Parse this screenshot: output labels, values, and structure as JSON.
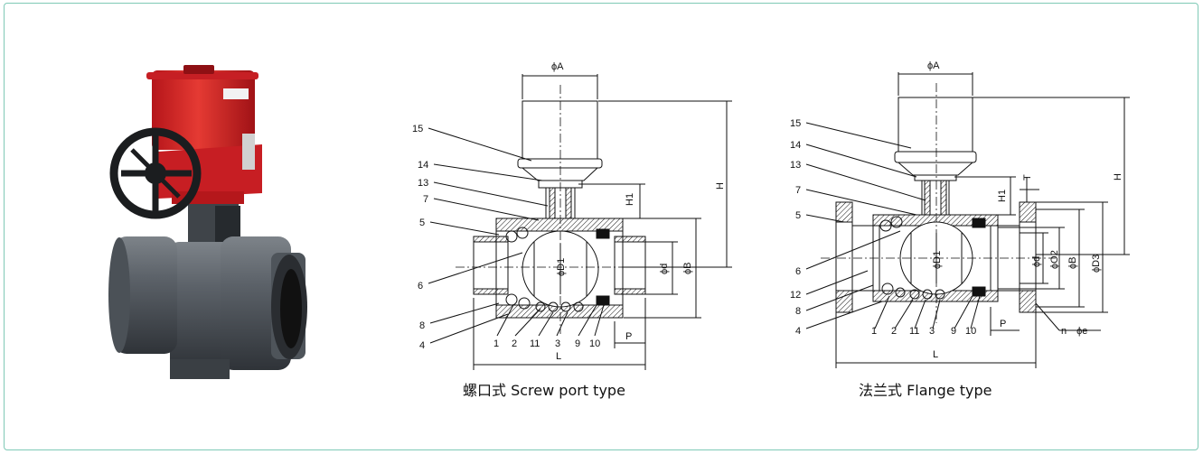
{
  "product_photo": {
    "alt": "Electric actuated PVC true-union ball valve with red actuator and black handwheel"
  },
  "screw_diagram": {
    "caption": "螺口式 Screw port type",
    "dims": {
      "phiA": "ϕA",
      "H": "H",
      "H1": "H1",
      "phiD1": "ϕD1",
      "phid": "ϕd",
      "phiB": "ϕB",
      "P": "P",
      "L": "L"
    },
    "parts": [
      "15",
      "14",
      "13",
      "7",
      "5",
      "6",
      "8",
      "4",
      "1",
      "2",
      "11",
      "3",
      "9",
      "10"
    ]
  },
  "flange_diagram": {
    "caption": "法兰式 Flange type",
    "dims": {
      "phiA": "ϕA",
      "H": "H",
      "H1": "H1",
      "T": "T",
      "phiD1": "ϕD1",
      "phid": "ϕd",
      "phiO2": "ϕO2",
      "phiB": "ϕB",
      "phiD3": "ϕD3",
      "P": "P",
      "L": "L",
      "holes": "n－ϕe"
    },
    "parts": [
      "15",
      "14",
      "13",
      "7",
      "5",
      "6",
      "12",
      "8",
      "4",
      "1",
      "2",
      "11",
      "3",
      "9",
      "10"
    ]
  },
  "colors": {
    "border": "#7fc9b6",
    "actuator": "#d8262a",
    "pvc_body": "#5a6068",
    "line": "#111111"
  }
}
